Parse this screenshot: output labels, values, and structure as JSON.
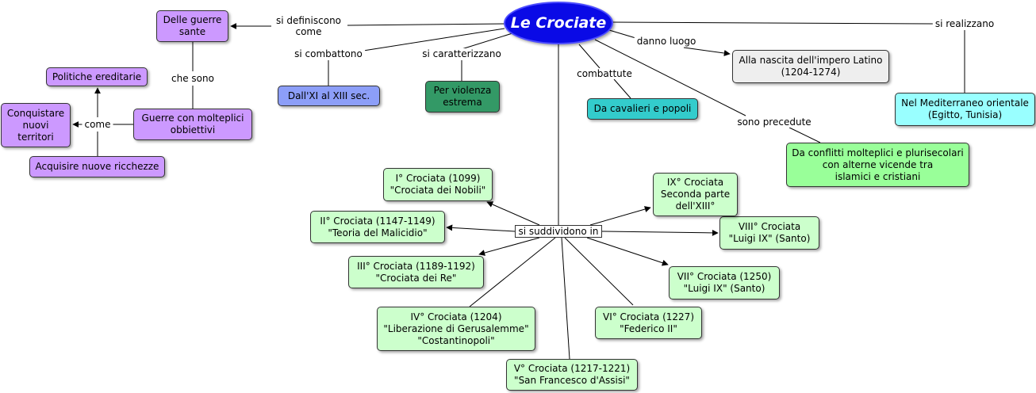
{
  "title": "Le Crociate",
  "nodes": {
    "guerre_sante": "Delle guerre\nsante",
    "politiche": "Politiche ereditarie",
    "conquistare": "Conquistare\nnuovi\nterritori",
    "guerre_molteplici": "Guerre con molteplici\nobbiettivi",
    "acquisire": "Acquisire nuove ricchezze",
    "dall_xi": "Dall'XI al XIII sec.",
    "violenza": "Per violenza\nestrema",
    "cavalieri": "Da cavalieri e popoli",
    "impero_latino": "Alla nascita dell'impero Latino\n(1204-1274)",
    "mediterraneo": "Nel Mediterraneo orientale\n(Egitto, Tunisia)",
    "conflitti": "Da conflitti molteplici e plurisecolari\ncon alterne vicende tra\nislamici e cristiani",
    "c1": "I° Crociata (1099)\n\"Crociata dei Nobili\"",
    "c2": "II° Crociata (1147-1149)\n\"Teoria del Malicidio\"",
    "c3": "III° Crociata (1189-1192)\n\"Crociata dei Re\"",
    "c4": "IV° Crociata (1204)\n\"Liberazione di Gerusalemme\"\n\"Costantinopoli\"",
    "c5": "V° Crociata (1217-1221)\n\"San Francesco d'Assisi\"",
    "c6": "VI° Crociata (1227)\n\"Federico II\"",
    "c7": "VII° Crociata (1250)\n\"Luigi IX\" (Santo)",
    "c8": "VIII° Crociata\n\"Luigi IX\" (Santo)",
    "c9": "IX° Crociata\nSeconda parte\ndell'XIII°"
  },
  "labels": {
    "si_definiscono": "si definiscono\ncome",
    "si_combattono": "si combattono",
    "si_caratterizzano": "si caratterizzano",
    "danno_luogo": "danno luogo",
    "combattute": "combattute",
    "sono_precedute": "sono precedute",
    "si_realizzano": "si realizzano",
    "che_sono": "che sono",
    "come": "come",
    "si_suddividono": "si suddividono in"
  },
  "colors": {
    "root": "#0a0ae6",
    "purple": "#cc99ff",
    "blue": "#8c9ef8",
    "dark_green": "#339966",
    "teal": "#33cccc",
    "grey": "#eeeeee",
    "cyan": "#99ffff",
    "green": "#99ff99",
    "light_green": "#ccffcc"
  }
}
